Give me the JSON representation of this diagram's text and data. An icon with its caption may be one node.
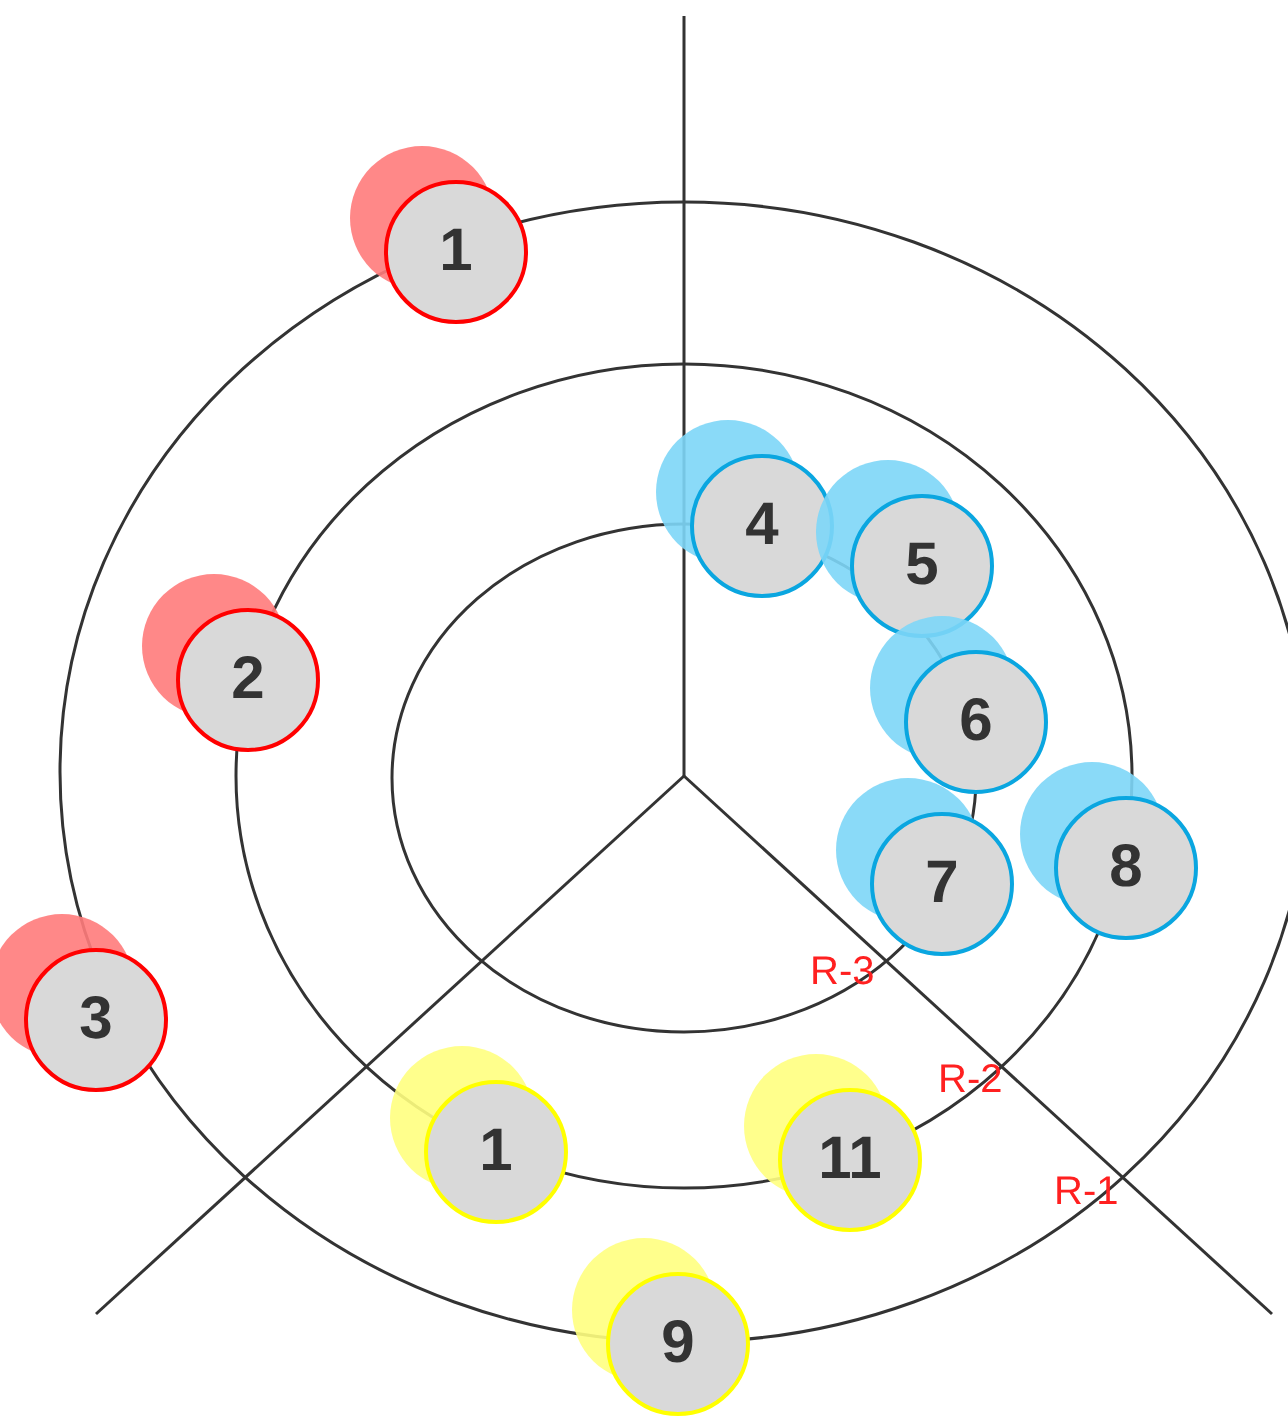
{
  "diagram": {
    "nodes": [
      {
        "text": [
          "1"
        ]
      },
      {
        "text": [
          "2"
        ]
      },
      {
        "text": [
          "3"
        ]
      },
      {
        "text": [
          "4"
        ]
      },
      {
        "text": [
          "5"
        ]
      },
      {
        "text": [
          "6"
        ]
      },
      {
        "text": [
          "7"
        ]
      },
      {
        "text": [
          "8"
        ]
      },
      {
        "text": [
          "1"
        ]
      },
      {
        "text": [
          "11"
        ]
      },
      {
        "text": [
          "9"
        ]
      }
    ],
    "labels": [
      "R-3",
      "R-2",
      "R-1"
    ]
  }
}
